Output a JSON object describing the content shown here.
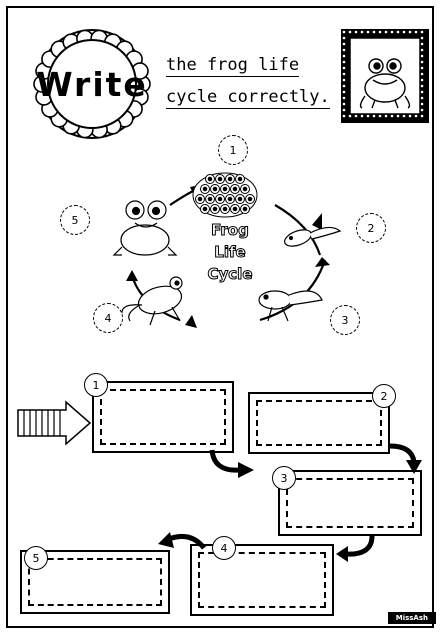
{
  "header": {
    "title_word": "Write",
    "subtitle_line1": "the frog life",
    "subtitle_line2": "cycle correctly."
  },
  "cycle": {
    "center_title_lines": [
      "Frog",
      "Life",
      "Cycle"
    ],
    "stage_numbers": [
      "1",
      "2",
      "3",
      "4",
      "5"
    ]
  },
  "answer_boxes": [
    {
      "number": "1"
    },
    {
      "number": "2"
    },
    {
      "number": "3"
    },
    {
      "number": "4"
    },
    {
      "number": "5"
    }
  ],
  "footer": {
    "credit": "MissAsh"
  },
  "colors": {
    "ink": "#000000",
    "paper": "#ffffff"
  }
}
